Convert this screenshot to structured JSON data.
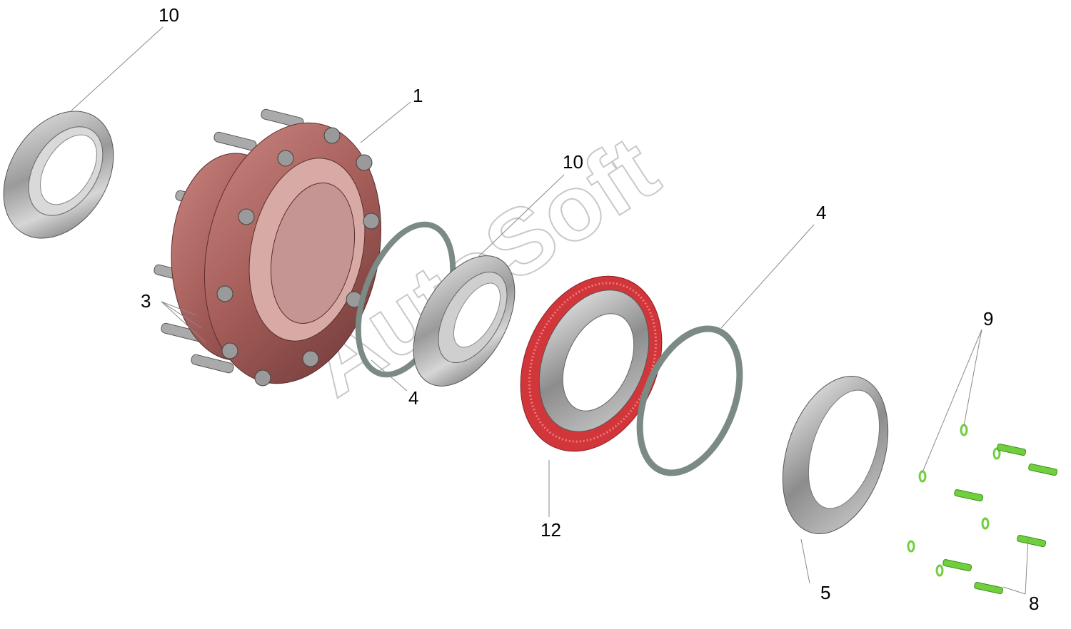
{
  "callouts": {
    "c10a": "10",
    "c1": "1",
    "c10b": "10",
    "c4a": "4",
    "c3": "3",
    "c4b": "4",
    "c9": "9",
    "c12": "12",
    "c5": "5",
    "c8": "8"
  },
  "watermark": "AutoSoft",
  "colors": {
    "hub": "#b46a66",
    "hub_dark": "#8a4a47",
    "steel": "#b8b8b8",
    "steel_dark": "#6e6e6e",
    "gasket": "#7b8a84",
    "gear": "#d1363b",
    "fastener": "#6fcf3c"
  }
}
